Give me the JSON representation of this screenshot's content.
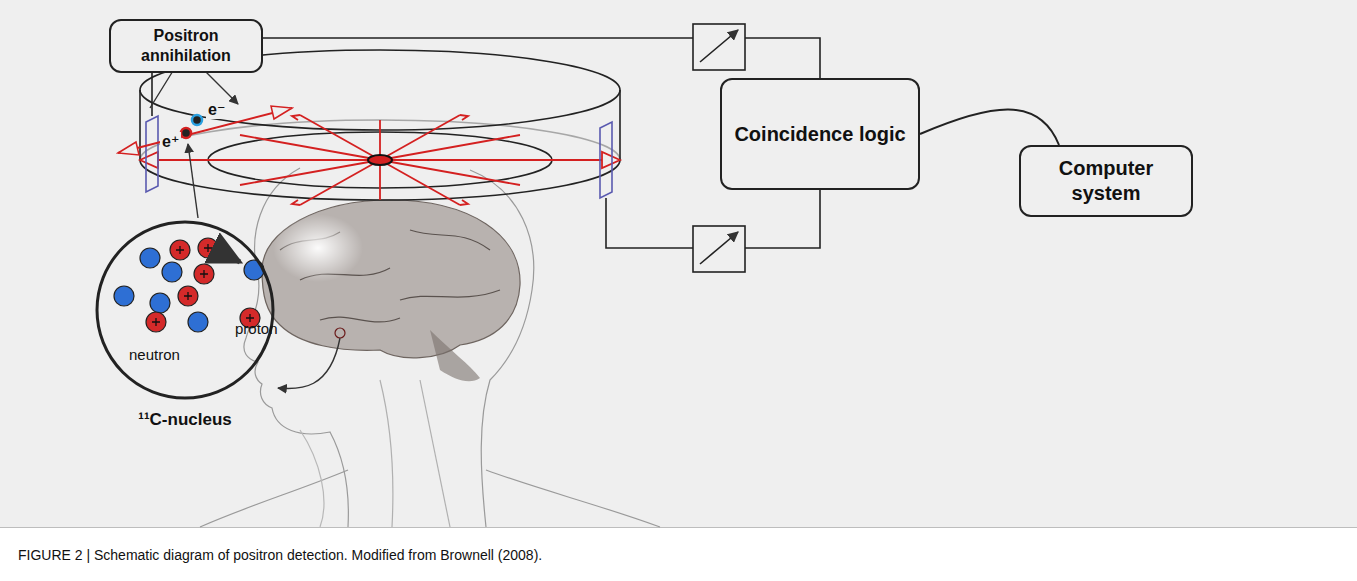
{
  "diagram": {
    "caption": "FIGURE 2 | Schematic diagram of positron detection. Modified from Brownell (2008).",
    "nodes": [
      {
        "text": [
          "Positron annihilation"
        ]
      },
      {
        "text": [
          "proton",
          "neutron",
          "¹¹C-nucleus"
        ]
      },
      {
        "text": [
          "Coincidence logic"
        ]
      },
      {
        "text": [
          "Computer system"
        ]
      }
    ],
    "edges": [
      {
        "from": 2,
        "to": 3,
        "arrow": "none"
      }
    ],
    "labels": [
      "e⁻",
      "e⁺"
    ]
  }
}
